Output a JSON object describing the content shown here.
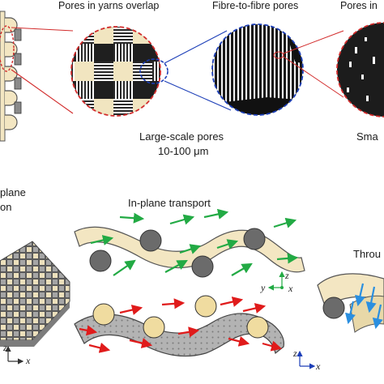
{
  "labels": {
    "pores_yarns_overlap": "Pores in yarns overlap",
    "fibre_to_fibre": "Fibre-to-fibre pores",
    "pores_in_fibres_partial": "Pores in",
    "large_scale_pores": "Large-scale pores",
    "large_scale_range": "10-100 μm",
    "small_partial": "Sma",
    "out_of_plane_partial_1": "plane",
    "out_of_plane_partial_2": "on",
    "in_plane_transport": "In-plane transport",
    "through_partial": "Throu"
  },
  "axes": {
    "z": "z",
    "y": "y",
    "x": "x"
  },
  "colors": {
    "yarn": "#f3e6c2",
    "yarn_stroke": "#555555",
    "yarn_grey": "#9a9a9a",
    "ball": "#6b6b6b",
    "ball_light": "#f0dca0",
    "arrow_green": "#22aa44",
    "arrow_red": "#e01b1b",
    "arrow_blue": "#2a8fe0",
    "circle_red": "#d22b2b",
    "circle_blue": "#1d3fb8"
  }
}
